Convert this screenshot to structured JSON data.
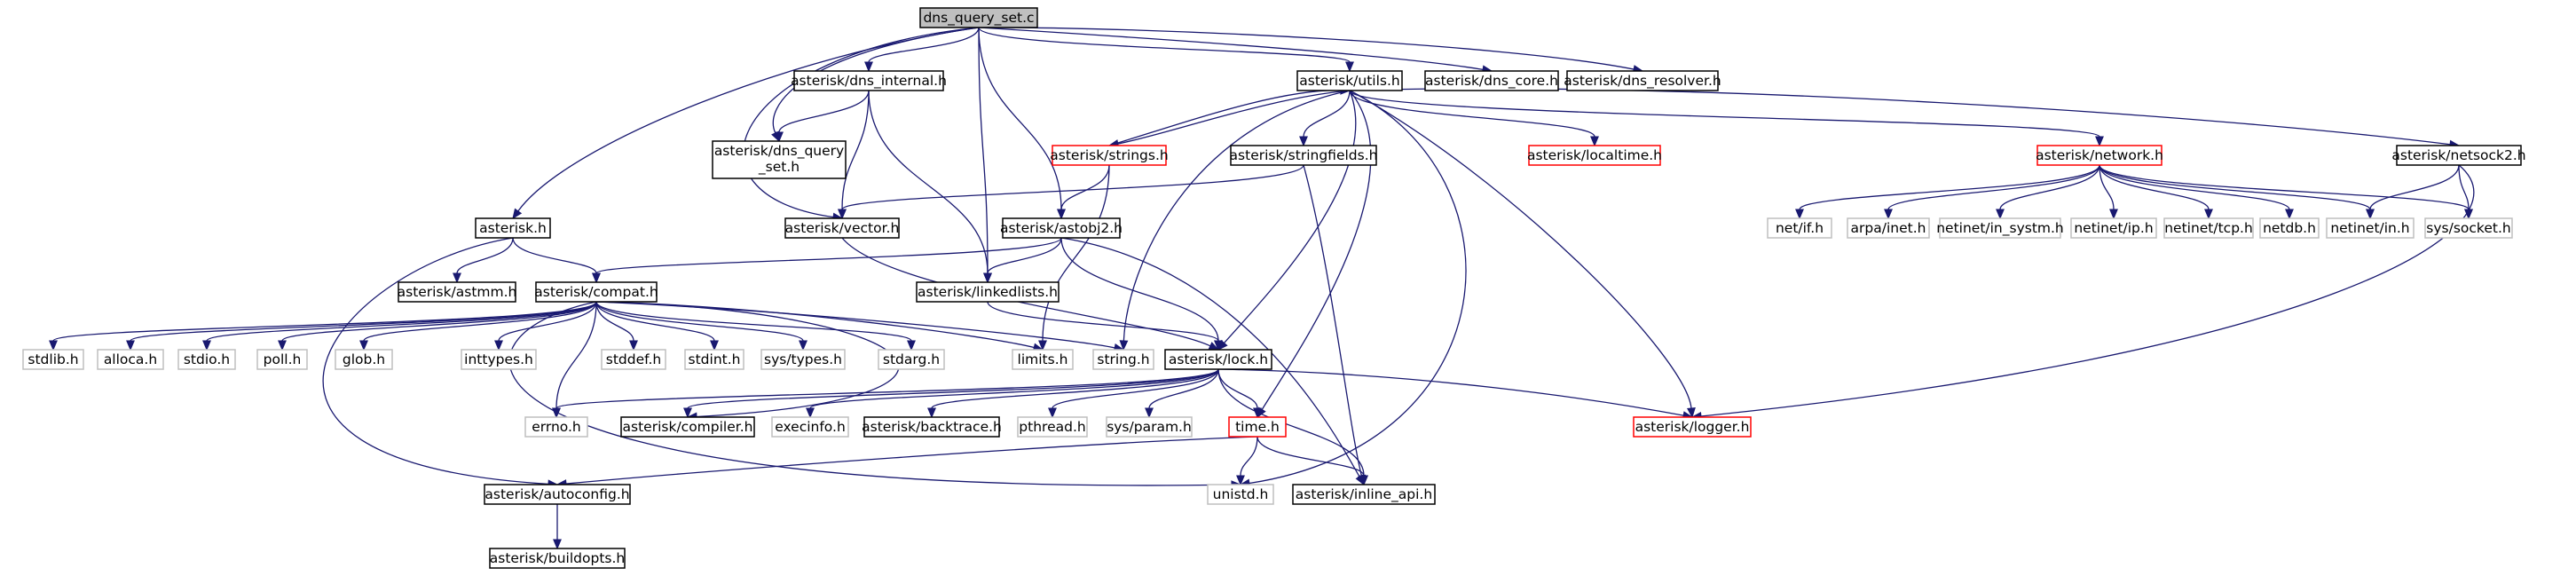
{
  "diagram": {
    "type": "include-dependency-graph",
    "colors": {
      "edge": "#191970",
      "root_fill": "#bfbfbf",
      "node_border": "#000000",
      "truncated_border": "#ff0000",
      "system_border": "#bfbfbf",
      "system_text": "#404040"
    },
    "nodes": [
      {
        "id": "dns_query_set_c",
        "label": "dns_query_set.c",
        "kind": "root"
      },
      {
        "id": "asterisk_dns_internal_h",
        "label": "asterisk/dns_internal.h",
        "kind": "local"
      },
      {
        "id": "asterisk_utils_h",
        "label": "asterisk/utils.h",
        "kind": "local"
      },
      {
        "id": "asterisk_dns_core_h",
        "label": "asterisk/dns_core.h",
        "kind": "local"
      },
      {
        "id": "asterisk_dns_resolver_h",
        "label": "asterisk/dns_resolver.h",
        "kind": "local"
      },
      {
        "id": "asterisk_dns_query_set_h",
        "label": "asterisk/dns_query_set.h",
        "kind": "local"
      },
      {
        "id": "asterisk_strings_h",
        "label": "asterisk/strings.h",
        "kind": "truncated"
      },
      {
        "id": "asterisk_stringfields_h",
        "label": "asterisk/stringfields.h",
        "kind": "local"
      },
      {
        "id": "asterisk_localtime_h",
        "label": "asterisk/localtime.h",
        "kind": "truncated"
      },
      {
        "id": "asterisk_network_h",
        "label": "asterisk/network.h",
        "kind": "truncated"
      },
      {
        "id": "asterisk_netsock2_h",
        "label": "asterisk/netsock2.h",
        "kind": "local"
      },
      {
        "id": "asterisk_h",
        "label": "asterisk.h",
        "kind": "local"
      },
      {
        "id": "asterisk_vector_h",
        "label": "asterisk/vector.h",
        "kind": "local"
      },
      {
        "id": "asterisk_astobj2_h",
        "label": "asterisk/astobj2.h",
        "kind": "local"
      },
      {
        "id": "asterisk_astmm_h",
        "label": "asterisk/astmm.h",
        "kind": "local"
      },
      {
        "id": "asterisk_compat_h",
        "label": "asterisk/compat.h",
        "kind": "local"
      },
      {
        "id": "asterisk_linkedlists_h",
        "label": "asterisk/linkedlists.h",
        "kind": "local"
      },
      {
        "id": "net_if_h",
        "label": "net/if.h",
        "kind": "system"
      },
      {
        "id": "arpa_inet_h",
        "label": "arpa/inet.h",
        "kind": "system"
      },
      {
        "id": "netinet_in_systm_h",
        "label": "netinet/in_systm.h",
        "kind": "system"
      },
      {
        "id": "netinet_ip_h",
        "label": "netinet/ip.h",
        "kind": "system"
      },
      {
        "id": "netinet_tcp_h",
        "label": "netinet/tcp.h",
        "kind": "system"
      },
      {
        "id": "netdb_h",
        "label": "netdb.h",
        "kind": "system"
      },
      {
        "id": "netinet_in_h",
        "label": "netinet/in.h",
        "kind": "system"
      },
      {
        "id": "sys_socket_h",
        "label": "sys/socket.h",
        "kind": "system"
      },
      {
        "id": "stdlib_h",
        "label": "stdlib.h",
        "kind": "system"
      },
      {
        "id": "alloca_h",
        "label": "alloca.h",
        "kind": "system"
      },
      {
        "id": "stdio_h",
        "label": "stdio.h",
        "kind": "system"
      },
      {
        "id": "poll_h",
        "label": "poll.h",
        "kind": "system"
      },
      {
        "id": "glob_h",
        "label": "glob.h",
        "kind": "system"
      },
      {
        "id": "inttypes_h",
        "label": "inttypes.h",
        "kind": "system"
      },
      {
        "id": "stddef_h",
        "label": "stddef.h",
        "kind": "system"
      },
      {
        "id": "stdint_h",
        "label": "stdint.h",
        "kind": "system"
      },
      {
        "id": "sys_types_h",
        "label": "sys/types.h",
        "kind": "system"
      },
      {
        "id": "stdarg_h",
        "label": "stdarg.h",
        "kind": "system"
      },
      {
        "id": "limits_h",
        "label": "limits.h",
        "kind": "system"
      },
      {
        "id": "string_h",
        "label": "string.h",
        "kind": "system"
      },
      {
        "id": "asterisk_lock_h",
        "label": "asterisk/lock.h",
        "kind": "local"
      },
      {
        "id": "errno_h",
        "label": "errno.h",
        "kind": "system"
      },
      {
        "id": "asterisk_compiler_h",
        "label": "asterisk/compiler.h",
        "kind": "local"
      },
      {
        "id": "execinfo_h",
        "label": "execinfo.h",
        "kind": "system"
      },
      {
        "id": "asterisk_backtrace_h",
        "label": "asterisk/backtrace.h",
        "kind": "local"
      },
      {
        "id": "pthread_h",
        "label": "pthread.h",
        "kind": "system"
      },
      {
        "id": "sys_param_h",
        "label": "sys/param.h",
        "kind": "system"
      },
      {
        "id": "time_h",
        "label": "time.h",
        "kind": "truncated"
      },
      {
        "id": "asterisk_logger_h",
        "label": "asterisk/logger.h",
        "kind": "truncated"
      },
      {
        "id": "asterisk_autoconfig_h",
        "label": "asterisk/autoconfig.h",
        "kind": "local"
      },
      {
        "id": "unistd_h",
        "label": "unistd.h",
        "kind": "system"
      },
      {
        "id": "asterisk_inline_api_h",
        "label": "asterisk/inline_api.h",
        "kind": "local"
      },
      {
        "id": "asterisk_buildopts_h",
        "label": "asterisk/buildopts.h",
        "kind": "local"
      }
    ],
    "edges": [
      [
        "dns_query_set_c",
        "asterisk_dns_internal_h"
      ],
      [
        "dns_query_set_c",
        "asterisk_utils_h"
      ],
      [
        "dns_query_set_c",
        "asterisk_dns_core_h"
      ],
      [
        "dns_query_set_c",
        "asterisk_dns_resolver_h"
      ],
      [
        "dns_query_set_c",
        "asterisk_dns_query_set_h"
      ],
      [
        "dns_query_set_c",
        "asterisk_h"
      ],
      [
        "dns_query_set_c",
        "asterisk_vector_h"
      ],
      [
        "dns_query_set_c",
        "asterisk_astobj2_h"
      ],
      [
        "dns_query_set_c",
        "asterisk_linkedlists_h"
      ],
      [
        "asterisk_dns_internal_h",
        "asterisk_dns_query_set_h"
      ],
      [
        "asterisk_dns_internal_h",
        "asterisk_vector_h"
      ],
      [
        "asterisk_dns_internal_h",
        "asterisk_linkedlists_h"
      ],
      [
        "asterisk_utils_h",
        "asterisk_strings_h"
      ],
      [
        "asterisk_utils_h",
        "asterisk_stringfields_h"
      ],
      [
        "asterisk_utils_h",
        "asterisk_localtime_h"
      ],
      [
        "asterisk_utils_h",
        "asterisk_network_h"
      ],
      [
        "asterisk_utils_h",
        "asterisk_netsock2_h"
      ],
      [
        "asterisk_utils_h",
        "asterisk_lock_h"
      ],
      [
        "asterisk_utils_h",
        "time_h"
      ],
      [
        "asterisk_utils_h",
        "asterisk_logger_h"
      ],
      [
        "asterisk_utils_h",
        "unistd_h"
      ],
      [
        "asterisk_utils_h",
        "string_h"
      ],
      [
        "asterisk_strings_h",
        "asterisk_utils_h"
      ],
      [
        "asterisk_strings_h",
        "asterisk_astobj2_h"
      ],
      [
        "asterisk_strings_h",
        "limits_h"
      ],
      [
        "asterisk_stringfields_h",
        "asterisk_vector_h"
      ],
      [
        "asterisk_stringfields_h",
        "asterisk_inline_api_h"
      ],
      [
        "asterisk_network_h",
        "net_if_h"
      ],
      [
        "asterisk_network_h",
        "arpa_inet_h"
      ],
      [
        "asterisk_network_h",
        "netinet_in_systm_h"
      ],
      [
        "asterisk_network_h",
        "netinet_ip_h"
      ],
      [
        "asterisk_network_h",
        "netinet_tcp_h"
      ],
      [
        "asterisk_network_h",
        "netdb_h"
      ],
      [
        "asterisk_network_h",
        "netinet_in_h"
      ],
      [
        "asterisk_network_h",
        "sys_socket_h"
      ],
      [
        "asterisk_netsock2_h",
        "netinet_in_h"
      ],
      [
        "asterisk_netsock2_h",
        "sys_socket_h"
      ],
      [
        "asterisk_netsock2_h",
        "asterisk_logger_h"
      ],
      [
        "asterisk_h",
        "asterisk_astmm_h"
      ],
      [
        "asterisk_h",
        "asterisk_compat_h"
      ],
      [
        "asterisk_h",
        "asterisk_autoconfig_h"
      ],
      [
        "asterisk_vector_h",
        "asterisk_lock_h"
      ],
      [
        "asterisk_astobj2_h",
        "asterisk_compat_h"
      ],
      [
        "asterisk_astobj2_h",
        "asterisk_linkedlists_h"
      ],
      [
        "asterisk_astobj2_h",
        "asterisk_lock_h"
      ],
      [
        "asterisk_astobj2_h",
        "asterisk_inline_api_h"
      ],
      [
        "asterisk_linkedlists_h",
        "asterisk_lock_h"
      ],
      [
        "asterisk_compat_h",
        "stdlib_h"
      ],
      [
        "asterisk_compat_h",
        "alloca_h"
      ],
      [
        "asterisk_compat_h",
        "stdio_h"
      ],
      [
        "asterisk_compat_h",
        "poll_h"
      ],
      [
        "asterisk_compat_h",
        "glob_h"
      ],
      [
        "asterisk_compat_h",
        "inttypes_h"
      ],
      [
        "asterisk_compat_h",
        "stddef_h"
      ],
      [
        "asterisk_compat_h",
        "stdint_h"
      ],
      [
        "asterisk_compat_h",
        "sys_types_h"
      ],
      [
        "asterisk_compat_h",
        "stdarg_h"
      ],
      [
        "asterisk_compat_h",
        "limits_h"
      ],
      [
        "asterisk_compat_h",
        "string_h"
      ],
      [
        "asterisk_compat_h",
        "errno_h"
      ],
      [
        "asterisk_compat_h",
        "asterisk_compiler_h"
      ],
      [
        "asterisk_compat_h",
        "unistd_h"
      ],
      [
        "asterisk_lock_h",
        "errno_h"
      ],
      [
        "asterisk_lock_h",
        "asterisk_compiler_h"
      ],
      [
        "asterisk_lock_h",
        "execinfo_h"
      ],
      [
        "asterisk_lock_h",
        "asterisk_backtrace_h"
      ],
      [
        "asterisk_lock_h",
        "pthread_h"
      ],
      [
        "asterisk_lock_h",
        "sys_param_h"
      ],
      [
        "asterisk_lock_h",
        "time_h"
      ],
      [
        "asterisk_lock_h",
        "asterisk_logger_h"
      ],
      [
        "asterisk_lock_h",
        "asterisk_inline_api_h"
      ],
      [
        "time_h",
        "unistd_h"
      ],
      [
        "time_h",
        "asterisk_inline_api_h"
      ],
      [
        "time_h",
        "asterisk_autoconfig_h"
      ],
      [
        "asterisk_autoconfig_h",
        "asterisk_buildopts_h"
      ]
    ]
  }
}
